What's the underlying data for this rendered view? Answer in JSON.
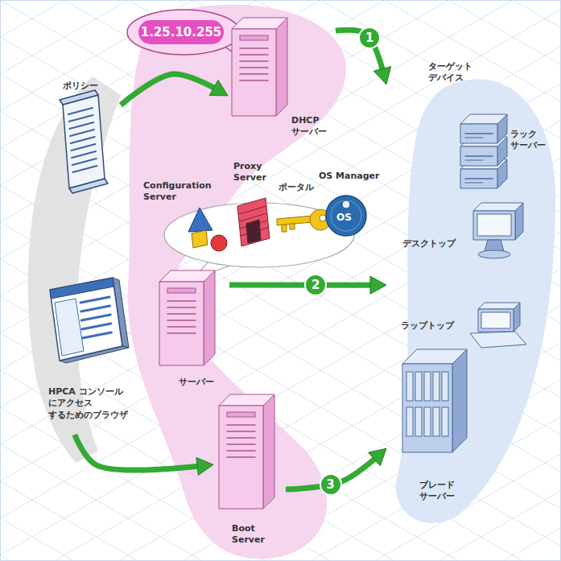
{
  "diagram": {
    "nodes": [
      {
        "text": [
          "1.25.10.255"
        ]
      },
      {
        "text": [
          "DHCP サーバー"
        ]
      },
      {
        "text": [
          "ターゲット デバイス"
        ]
      },
      {
        "text": [
          "ラック サーバー"
        ],
        "in": 2
      },
      {
        "text": [
          "ポリシー"
        ]
      },
      {
        "text": [
          "Configuration Server",
          "Proxy Server",
          "ポータル",
          "OS Manager"
        ]
      },
      {
        "text": [
          "デスクトップ"
        ],
        "in": 2
      },
      {
        "text": [
          "サーバー"
        ]
      },
      {
        "text": [
          "ラップトップ"
        ],
        "in": 2
      },
      {
        "text": [
          "ブレード サーバー"
        ],
        "in": 2
      },
      {
        "text": [
          "HPCA コンソール にアクセス するためのブラウザ"
        ]
      },
      {
        "text": [
          "Boot Server"
        ]
      }
    ],
    "edges": [
      {
        "from": 1,
        "to": 2,
        "arrow": "to",
        "label": "1"
      },
      {
        "from": 7,
        "to": 2,
        "arrow": "to",
        "label": "2"
      },
      {
        "from": 11,
        "to": 2,
        "arrow": "to",
        "label": "3"
      },
      {
        "from": 4,
        "to": 1,
        "arrow": "to"
      },
      {
        "from": 10,
        "to": 11,
        "arrow": "to"
      }
    ],
    "labels": [
      "OS"
    ]
  }
}
